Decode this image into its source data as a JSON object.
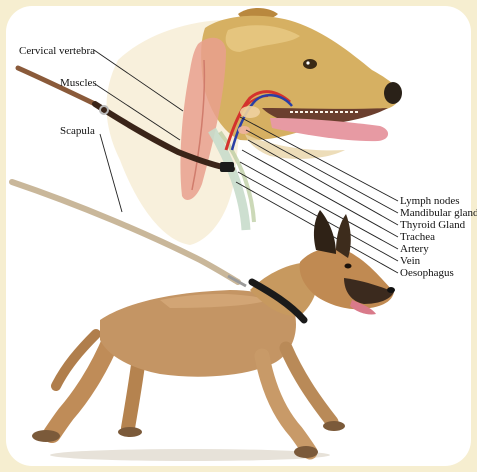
{
  "diagram": {
    "left_labels": {
      "cervical_vertebra": "Cervical vertebra",
      "muscles": "Muscles",
      "scapula": "Scapula"
    },
    "right_labels": {
      "lymph_nodes": "Lymph nodes",
      "mandibular_gland": "Mandibular gland",
      "thyroid_gland": "Thyroid Gland",
      "trachea": "Trachea",
      "artery": "Artery",
      "vein": "Vein",
      "oesophagus": "Oesophagus"
    }
  },
  "colors": {
    "frame": "#f6eed0",
    "card": "#ffffff",
    "dog_head": "#d6b062",
    "muscle": "#e9a08e",
    "artery": "#d4322d",
    "vein": "#2a3fa5",
    "leash": "#c9b79a",
    "collar": "#1a1a1a",
    "puppy": "#c49564"
  }
}
